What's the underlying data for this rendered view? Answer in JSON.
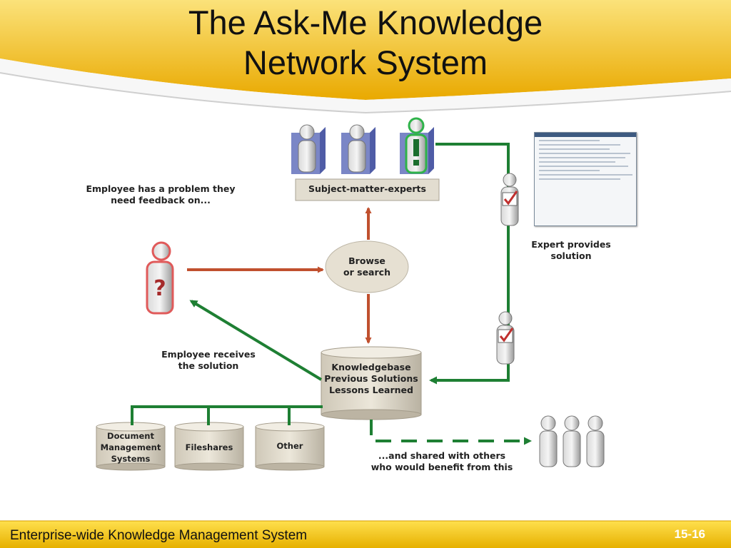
{
  "slide": {
    "title_line1": "The Ask-Me Knowledge",
    "title_line2": "Network System",
    "footer": "Enterprise-wide Knowledge Management System",
    "page_number": "15-16"
  },
  "diagram": {
    "sme_box": "Subject-matter-experts",
    "browse_line1": "Browse",
    "browse_line2": "or search",
    "problem_line1": "Employee has a problem they",
    "problem_line2": "need feedback on...",
    "receives_line1": "Employee receives",
    "receives_line2": "the solution",
    "kb_line1": "Knowledgebase",
    "kb_line2": "Previous Solutions",
    "kb_line3": "Lessons Learned",
    "expert_line1": "Expert provides",
    "expert_line2": "solution",
    "doc_line1": "Document",
    "doc_line2": "Management",
    "doc_line3": "Systems",
    "fileshares": "Fileshares",
    "other": "Other",
    "shared_line1": "...and shared with others",
    "shared_line2": "who would benefit from this"
  },
  "colors": {
    "red_arrow": "#c0502e",
    "green_arrow": "#1e7f33",
    "gold_band": "#f4c430",
    "footer_band": "#f2c400"
  },
  "icons": [
    "person-icon",
    "question-mark-icon",
    "exclamation-icon",
    "checkmark-icon",
    "database-icon",
    "screenshot-thumbnail"
  ]
}
